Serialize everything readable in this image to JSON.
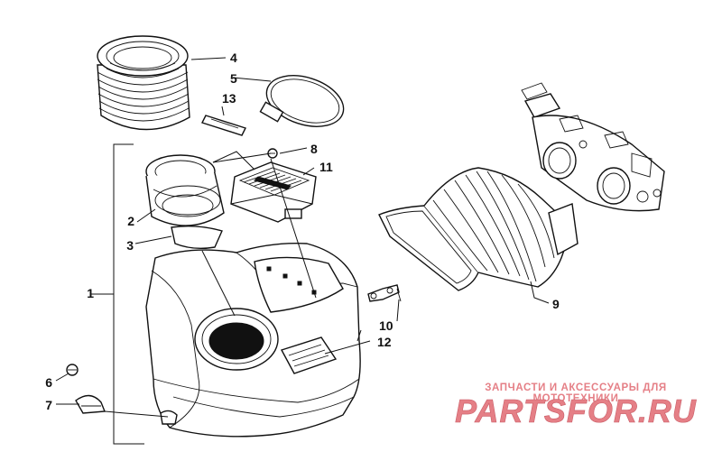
{
  "callouts": {
    "c1": "1",
    "c2": "2",
    "c3": "3",
    "c4": "4",
    "c5": "5",
    "c6": "6",
    "c7": "7",
    "c8": "8",
    "c9": "9",
    "c10": "10",
    "c11": "11",
    "c12": "12",
    "c13": "13"
  },
  "watermark": {
    "subtitle": "ЗАПЧАСТИ И АКСЕССУАРЫ ДЛЯ МОТОТЕХНИКИ",
    "logo_text": "PARTSFOR.RU",
    "color": "#e57f86"
  }
}
